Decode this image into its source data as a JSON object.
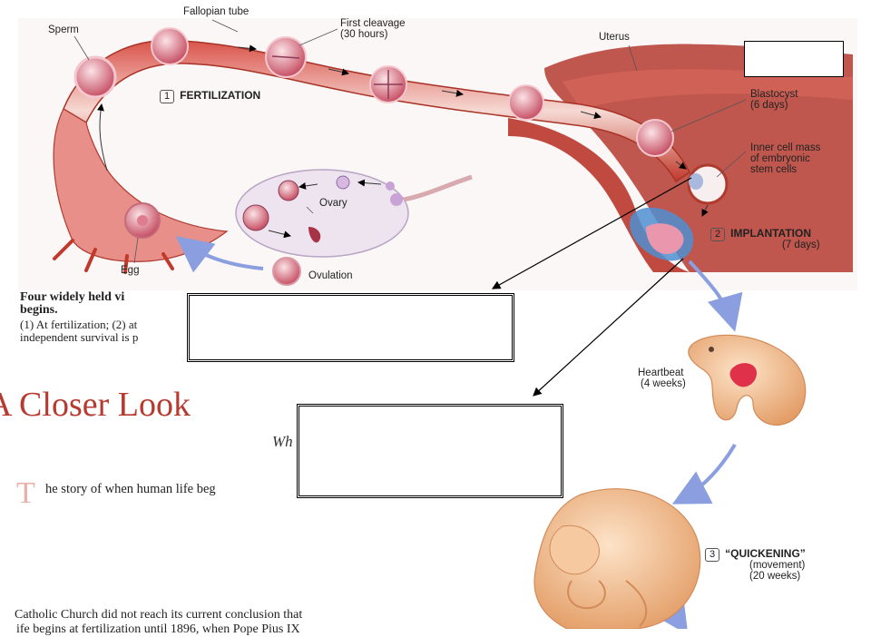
{
  "diagram": {
    "labels": {
      "sperm": "Sperm",
      "fallopian_tube": "Fallopian tube",
      "first_cleavage": "First cleavage",
      "first_cleavage_time": "(30 hours)",
      "uterus": "Uterus",
      "blastocyst": "Blastocyst",
      "blastocyst_time": "(6 days)",
      "inner_cell_mass_1": "Inner cell mass",
      "inner_cell_mass_2": "of embryonic",
      "inner_cell_mass_3": "stem cells",
      "ovary": "Ovary",
      "egg": "Egg",
      "ovulation": "Ovulation",
      "heartbeat": "Heartbeat",
      "heartbeat_time": "(4 weeks)",
      "quickening_desc": "(movement)",
      "quickening_time": "(20 weeks)"
    },
    "stages": [
      {
        "number": "1",
        "label": "FERTILIZATION"
      },
      {
        "number": "2",
        "label": "IMPLANTATION",
        "time": "(7 days)"
      },
      {
        "number": "3",
        "label": "“QUICKENING”"
      }
    ]
  },
  "text": {
    "caption_bold_1": "Four widely held vi",
    "caption_bold_2": "begins.",
    "caption_line_1": "(1) At fertilization; (2) at",
    "caption_line_2": "independent survival is p",
    "heading": " Closer Look",
    "heading_prefix": "A",
    "sub_italic": "Wh",
    "story_drop_cap": "T",
    "story_line": "he story of when human life beg",
    "bottom_line_1": "Catholic Church did not reach its current conclusion that",
    "bottom_line_2": "ife begins at fertilization until 1896, when Pope Pius IX"
  },
  "colors": {
    "tube": "#c0392b",
    "tube_inner": "#f3d6cf",
    "muscle": "#b03a2e",
    "arrow_blue": "#8a9ee0",
    "embryo": "#f2b98a"
  }
}
